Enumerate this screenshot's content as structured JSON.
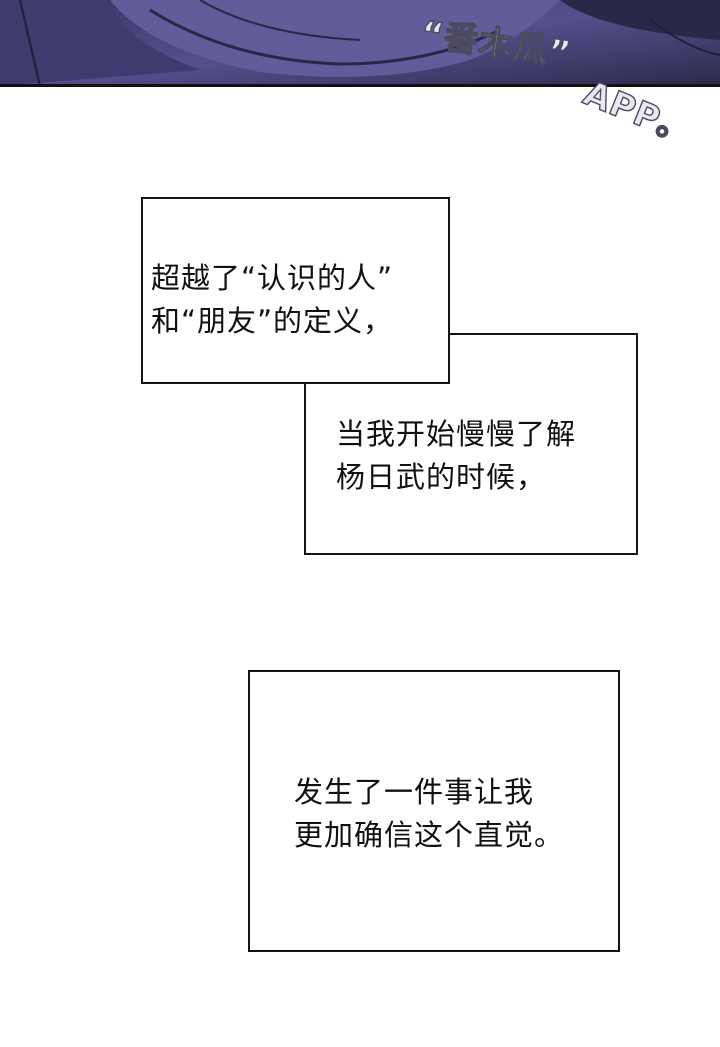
{
  "watermark": {
    "source_text": "“番木瓜”",
    "app_text": "APP。"
  },
  "captions": [
    {
      "lines": [
        "超越了“认识的人”",
        "和“朋友”的定义，"
      ]
    },
    {
      "lines": [
        "当我开始慢慢了解",
        "杨日武的时候，"
      ]
    },
    {
      "lines": [
        "发生了一件事让我",
        "更加确信这个直觉。"
      ]
    }
  ],
  "colors": {
    "panel_dark": "#2e2b52",
    "panel_mid": "#4a4680",
    "panel_light": "#6b66a3",
    "border": "#141414"
  }
}
